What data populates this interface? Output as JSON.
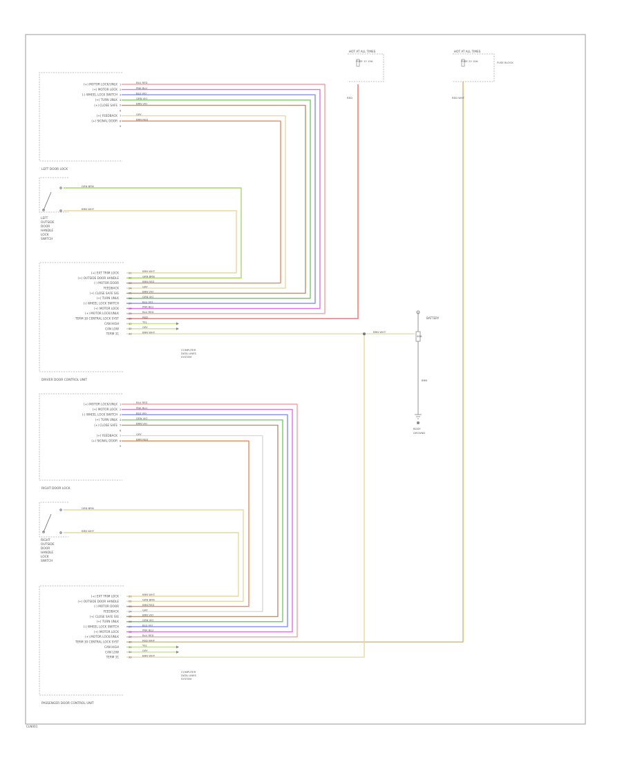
{
  "footer_code": "CLN001",
  "colors": {
    "red": "#ef6b6b",
    "pink": "#f07fc4",
    "magenta": "#e070e8",
    "violet": "#b08af0",
    "blue": "#7d8ef4",
    "green": "#79c96f",
    "lime": "#a8d46f",
    "brown": "#b89270",
    "grey": "#c8c8c8",
    "orange": "#ee8a55",
    "tan": "#e7d99f",
    "yellowgreen": "#c9df8f",
    "gold": "#e0b45c",
    "ltgrey": "#d9d9d9",
    "ltred": "#f4a0a0"
  },
  "fuse_boxes": [
    {
      "title": "HOT AT ALL TIMES",
      "fuse": "FUSE 12 15A",
      "wire": "RED"
    },
    {
      "title": "HOT AT ALL TIMES",
      "fuse": "FUSE 22 10A",
      "box": "FUSE BLOCK",
      "wire": "RED WHT"
    }
  ],
  "battery": {
    "label": "BATTERY",
    "fuse": "40A",
    "ground": "BODY GROUND",
    "gnd_wire": "BRN"
  },
  "splice_wire": "BRN WHT",
  "components": {
    "left_lock": {
      "name": "LEFT DOOR LOCK",
      "rows": [
        {
          "label": "(+) MOTOR LOCK/UNLK",
          "wire": "BLU RED",
          "pin": "1"
        },
        {
          "label": "(+) MOTOR LOCK",
          "wire": "PNK BLU",
          "pin": "2"
        },
        {
          "label": "(-) WHEEL LOCK SWITCH",
          "wire": "BLU VIO",
          "pin": "3"
        },
        {
          "label": "(+) TURN UNLK",
          "wire": "GRN VIO",
          "pin": "4"
        },
        {
          "label": "(+) CLOSE SAFE",
          "wire": "BRN VIO",
          "pin": "5"
        },
        {
          "label": "",
          "wire": "",
          "pin": "6"
        },
        {
          "label": "(+) FEEDBACK",
          "wire": "GRY",
          "pin": "7"
        },
        {
          "label": "(+) SIGNAL DOOR",
          "wire": "BRN RED",
          "pin": "8"
        },
        {
          "label": "",
          "wire": "",
          "pin": "9"
        }
      ]
    },
    "left_switch": {
      "name": "LEFT OUTSIDE DOOR HANDLE SWITCH",
      "caption": [
        "LEFT",
        "OUTSIDE",
        "DOOR",
        "HANDLE",
        "LOCK",
        "SWITCH"
      ],
      "wires": [
        "GRN BRN",
        "BRN WHT"
      ]
    },
    "driver_ctrl": {
      "name": "DRIVER DOOR CONTROL UNIT",
      "rows": [
        {
          "label": "(+) EXT TRIM LOCK",
          "wire": "BRN WHT",
          "pin": "21"
        },
        {
          "label": "(+) OUTSIDE DOOR HANDLE",
          "wire": "GRN BRN",
          "pin": "22"
        },
        {
          "label": "(-) MOTOR DOOR",
          "wire": "BRN RED",
          "pin": "23"
        },
        {
          "label": "FEEDBACK",
          "wire": "GRY",
          "pin": "24"
        },
        {
          "label": "(+) CLOSE SAFE SIG",
          "wire": "BRN VIO",
          "pin": "25"
        },
        {
          "label": "(+) TURN UNLK",
          "wire": "GRN VIO",
          "pin": "26"
        },
        {
          "label": "(-) WHEEL LOCK SWITCH",
          "wire": "BLU VIO",
          "pin": "27"
        },
        {
          "label": "(+) MOTOR LOCK",
          "wire": "PNK BLU",
          "pin": "28"
        },
        {
          "label": "(+) MOTOR LOCK/UNLK",
          "wire": "BLU RED",
          "pin": "29"
        },
        {
          "label": "TERM 30 CENTRAL LOCK SYST",
          "wire": "RED",
          "pin": "30"
        },
        {
          "label": "CAN HIGH",
          "wire": "YEL",
          "pin": "31"
        },
        {
          "label": "CAN LOW",
          "wire": "GRY",
          "pin": "32"
        },
        {
          "label": "TERM 31",
          "wire": "BRN WHT",
          "pin": "33"
        }
      ],
      "can_note": [
        "COMPUTER",
        "DATA LINES",
        "SYSTEM"
      ]
    },
    "right_lock": {
      "name": "RIGHT DOOR LOCK",
      "rows": [
        {
          "label": "(+) MOTOR LOCK/UNLK",
          "wire": "BLU RED",
          "pin": "1"
        },
        {
          "label": "(+) MOTOR LOCK",
          "wire": "PNK BLU",
          "pin": "2"
        },
        {
          "label": "(-) WHEEL LOCK SWITCH",
          "wire": "BLU VIO",
          "pin": "3"
        },
        {
          "label": "(+) TURN UNLK",
          "wire": "GRN VIO",
          "pin": "4"
        },
        {
          "label": "(+) CLOSE SAFE",
          "wire": "BRN VIO",
          "pin": "5"
        },
        {
          "label": "",
          "wire": "",
          "pin": "6"
        },
        {
          "label": "(+) FEEDBACK",
          "wire": "GRY",
          "pin": "7"
        },
        {
          "label": "(+) SIGNAL DOOR",
          "wire": "BRN RED",
          "pin": "8"
        },
        {
          "label": "",
          "wire": "",
          "pin": "9"
        }
      ]
    },
    "right_switch": {
      "name": "RIGHT OUTSIDE DOOR HANDLE SWITCH",
      "caption": [
        "RIGHT",
        "OUTSIDE",
        "DOOR",
        "HANDLE",
        "LOCK",
        "SWITCH"
      ],
      "wires": [
        "GRN BRN",
        "BRN WHT"
      ]
    },
    "pass_ctrl": {
      "name": "PASSENGER DOOR CONTROL UNIT",
      "rows": [
        {
          "label": "(+) EXT TRIM LOCK",
          "wire": "BRN WHT",
          "pin": "21"
        },
        {
          "label": "(+) OUTSIDE DOOR HANDLE",
          "wire": "GRN BRN",
          "pin": "22"
        },
        {
          "label": "(-) MOTOR DOOR",
          "wire": "BRN RED",
          "pin": "23"
        },
        {
          "label": "FEEDBACK",
          "wire": "GRY",
          "pin": "24"
        },
        {
          "label": "(+) CLOSE SAFE SIG",
          "wire": "BRN VIO",
          "pin": "25"
        },
        {
          "label": "(+) TURN UNLK",
          "wire": "GRN VIO",
          "pin": "26"
        },
        {
          "label": "(-) WHEEL LOCK SWITCH",
          "wire": "BLU VIO",
          "pin": "27"
        },
        {
          "label": "(+) MOTOR LOCK",
          "wire": "PNK BLU",
          "pin": "28"
        },
        {
          "label": "(+) MOTOR LOCK/UNLK",
          "wire": "BLU RED",
          "pin": "29"
        },
        {
          "label": "TERM 30 CENTRAL LOCK SYST",
          "wire": "RED WHT",
          "pin": "30"
        },
        {
          "label": "CAN HIGH",
          "wire": "YEL",
          "pin": "31"
        },
        {
          "label": "CAN LOW",
          "wire": "GRY",
          "pin": "32"
        },
        {
          "label": "TERM 31",
          "wire": "BRN WHT",
          "pin": "33"
        }
      ],
      "can_note": [
        "COMPUTER",
        "DATA LINES",
        "SYSTEM"
      ]
    }
  }
}
